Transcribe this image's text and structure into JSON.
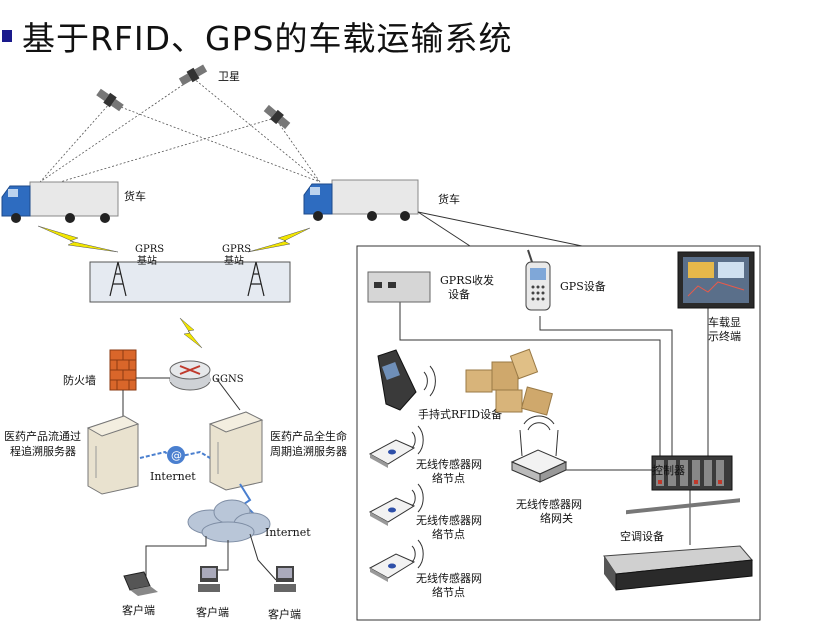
{
  "title": "基于RFID、GPS的车载运输系统",
  "labels": {
    "satellite": "卫星",
    "truck1": "货车",
    "truck2": "货车",
    "gprs_station1": [
      "GPRS",
      "基站"
    ],
    "gprs_station2": [
      "GPRS",
      "基站"
    ],
    "firewall": "防火墙",
    "ggns": "GGNS",
    "server_left": [
      "医药产品流通过",
      "程追溯服务器"
    ],
    "internet1": "Internet",
    "server_right": [
      "医药产品全生命",
      "周期追溯服务器"
    ],
    "internet2": "Internet",
    "client1": "客户端",
    "client2": "客户端",
    "client3": "客户端",
    "gprs_transceiver": [
      "GPRS收发",
      "设备"
    ],
    "gps_device": "GPS设备",
    "vehicle_display": [
      "车载显",
      "示终端"
    ],
    "handheld_rfid": "手持式RFID设备",
    "sensor_node1": [
      "无线传感器网",
      "络节点"
    ],
    "sensor_node2": [
      "无线传感器网",
      "络节点"
    ],
    "sensor_node3": [
      "无线传感器网",
      "络节点"
    ],
    "gateway": [
      "无线传感器网",
      "络网关"
    ],
    "controller": "控制器",
    "ac_device": "空调设备"
  },
  "colors": {
    "bullet": "#1a1a8c",
    "lightning": "#f2e600",
    "server": "#e9e2cf",
    "firewall": "#d9662a",
    "cloud": "#b9c6d8",
    "truck_cab": "#2e6cc0"
  }
}
